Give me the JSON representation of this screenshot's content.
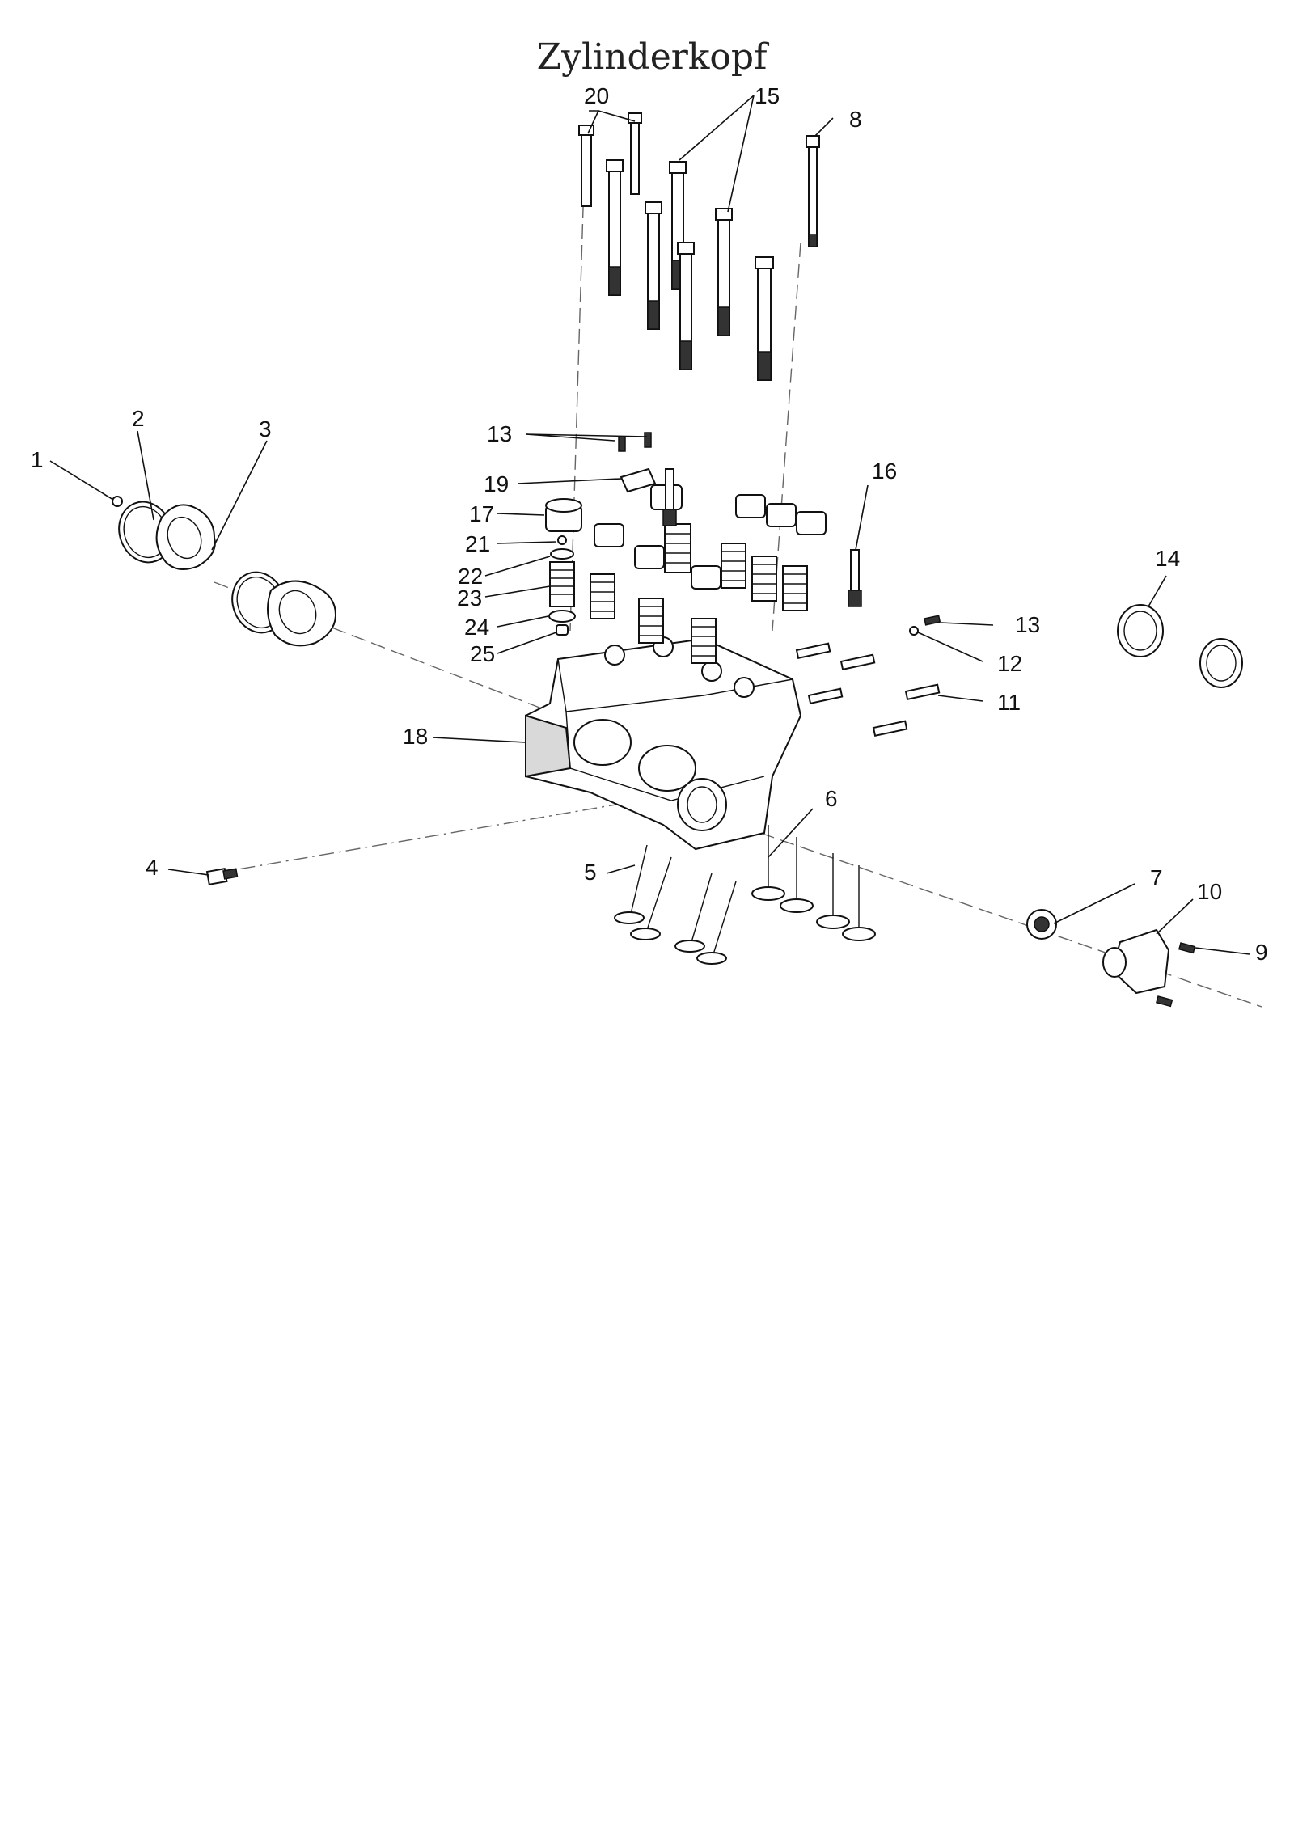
{
  "title": "Zylinderkopf",
  "callouts": [
    {
      "id": "c20",
      "label": "20"
    },
    {
      "id": "c15",
      "label": "15"
    },
    {
      "id": "c8",
      "label": "8"
    },
    {
      "id": "c2",
      "label": "2"
    },
    {
      "id": "c3",
      "label": "3"
    },
    {
      "id": "c1",
      "label": "1"
    },
    {
      "id": "c13a",
      "label": "13"
    },
    {
      "id": "c19",
      "label": "19"
    },
    {
      "id": "c16",
      "label": "16"
    },
    {
      "id": "c17",
      "label": "17"
    },
    {
      "id": "c21",
      "label": "21"
    },
    {
      "id": "c22",
      "label": "22"
    },
    {
      "id": "c23",
      "label": "23"
    },
    {
      "id": "c24",
      "label": "24"
    },
    {
      "id": "c25",
      "label": "25"
    },
    {
      "id": "c14",
      "label": "14"
    },
    {
      "id": "c13b",
      "label": "13"
    },
    {
      "id": "c12",
      "label": "12"
    },
    {
      "id": "c11",
      "label": "11"
    },
    {
      "id": "c18",
      "label": "18"
    },
    {
      "id": "c6",
      "label": "6"
    },
    {
      "id": "c4",
      "label": "4"
    },
    {
      "id": "c5",
      "label": "5"
    },
    {
      "id": "c7",
      "label": "7"
    },
    {
      "id": "c10",
      "label": "10"
    },
    {
      "id": "c9",
      "label": "9"
    }
  ]
}
